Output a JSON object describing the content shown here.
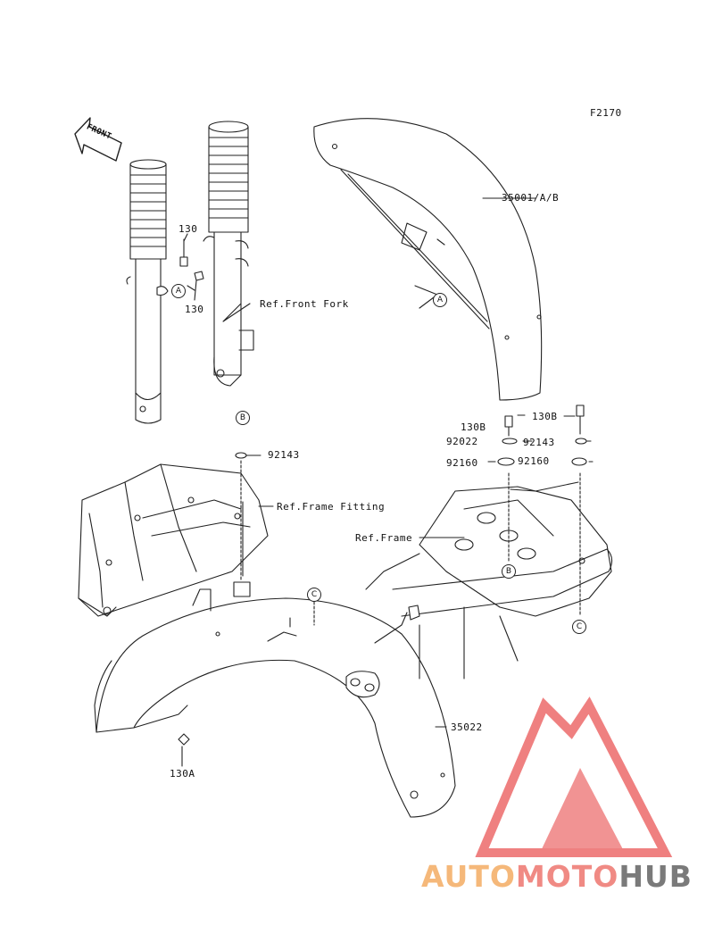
{
  "figure_code": "F2170",
  "front_arrow": "FRONT",
  "callouts": {
    "fender_front": "35001/A/B",
    "bolt_130_top": "130",
    "bolt_130_bottom": "130",
    "ref_front_fork": "Ref.Front Fork",
    "washer_92143_left": "92143",
    "ref_frame_fitting": "Ref.Frame Fitting",
    "bolt_130b_left": "130B",
    "bolt_130b_right": "130B",
    "washer_92022": "92022",
    "washer_92143_right": "92143",
    "grommet_92160_left": "92160",
    "grommet_92160_right": "92160",
    "ref_frame": "Ref.Frame",
    "fender_rear": "35022",
    "bolt_130a": "130A"
  },
  "markers": {
    "a_fender": "A",
    "a_fork": "A",
    "b_fork": "B",
    "b_frame": "B",
    "c_fender": "C",
    "c_frame": "C"
  },
  "watermark": {
    "part1": "AUTO",
    "part2": "MOTO",
    "part3": "HUB",
    "colors": {
      "auto": "#f5b87a",
      "moto": "#f08a84",
      "hub": "#7a7a7a",
      "logo": "#ef8080"
    }
  }
}
